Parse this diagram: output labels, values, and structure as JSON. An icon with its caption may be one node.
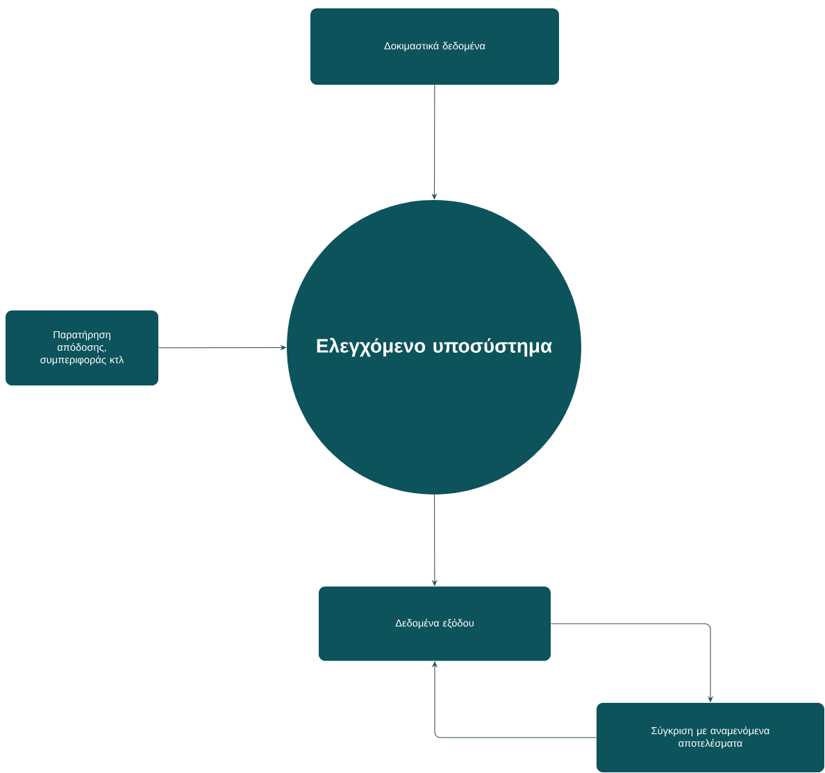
{
  "diagram": {
    "nodes": [
      {
        "text": [
          "Δοκιμαστικά δεδομένα"
        ]
      },
      {
        "text": [
          "Ελεγχόμενο υποσύστημα"
        ]
      },
      {
        "text": [
          "Παρατήρηση απόδοσης, συμπεριφοράς κτλ"
        ]
      },
      {
        "text": [
          "Δεδομένα εξόδου"
        ]
      },
      {
        "text": [
          "Σύγκριση με αναμενόμενα αποτελέσματα"
        ]
      }
    ],
    "edges": [
      {
        "from": 0,
        "to": 1,
        "arrow": "to"
      },
      {
        "from": 2,
        "to": 1,
        "arrow": "to"
      },
      {
        "from": 1,
        "to": 3,
        "arrow": "to"
      },
      {
        "from": 3,
        "to": 4,
        "arrow": "to"
      },
      {
        "from": 4,
        "to": 3,
        "arrow": "to"
      }
    ]
  }
}
